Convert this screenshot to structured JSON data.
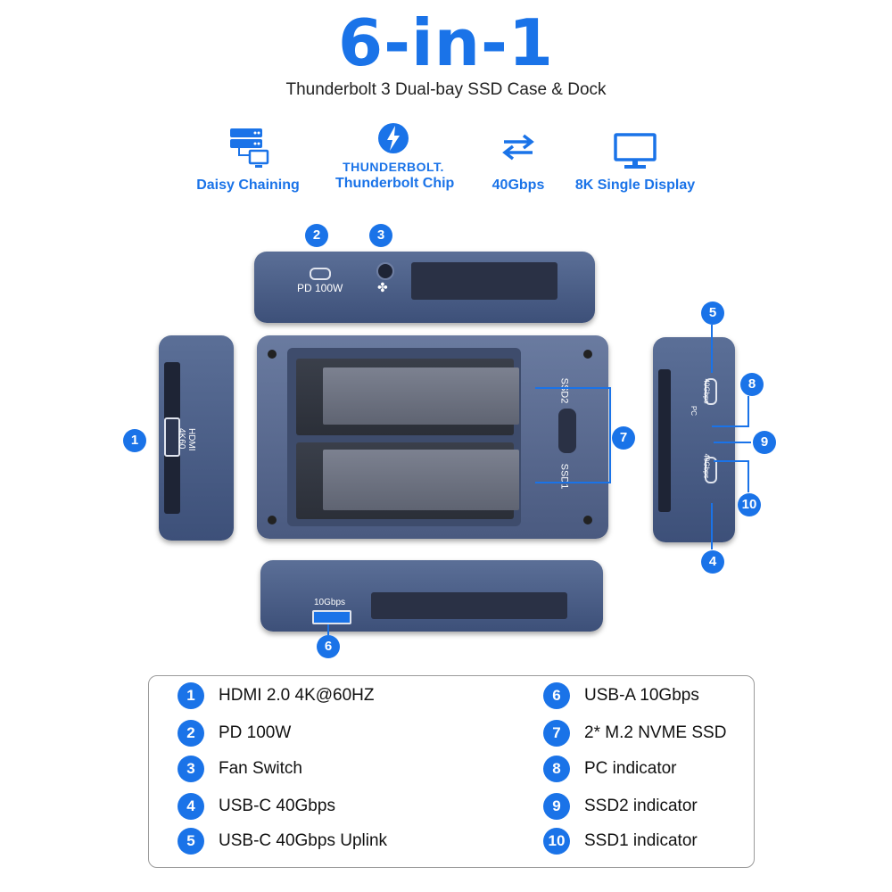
{
  "header": {
    "title": "6-in-1",
    "subtitle": "Thunderbolt 3 Dual-bay SSD Case & Dock"
  },
  "features": [
    {
      "label": "Daisy Chaining",
      "icon": "server-chain-icon"
    },
    {
      "brand": "THUNDERBOLT.",
      "label": "Thunderbolt Chip",
      "icon": "thunderbolt-icon"
    },
    {
      "label": "40Gbps",
      "icon": "transfer-arrows-icon"
    },
    {
      "label": "8K Single Display",
      "icon": "monitor-icon"
    }
  ],
  "device_labels": {
    "pd": "PD 100W",
    "hdmi": "HDMI 4K60",
    "usba_speed": "10Gbps",
    "ssd1": "SSD1",
    "ssd2": "SSD2",
    "pc": "PC",
    "port_top": "40Gbps",
    "port_bottom": "40Gbps"
  },
  "callouts": [
    "1",
    "2",
    "3",
    "4",
    "5",
    "6",
    "7",
    "8",
    "9",
    "10"
  ],
  "legend": [
    {
      "num": "1",
      "text": "HDMI 2.0 4K@60HZ"
    },
    {
      "num": "2",
      "text": "PD 100W"
    },
    {
      "num": "3",
      "text": "Fan Switch"
    },
    {
      "num": "4",
      "text": "USB-C 40Gbps"
    },
    {
      "num": "5",
      "text": "USB-C 40Gbps Uplink"
    },
    {
      "num": "6",
      "text": "USB-A 10Gbps"
    },
    {
      "num": "7",
      "text": "2* M.2 NVME SSD"
    },
    {
      "num": "8",
      "text": "PC indicator"
    },
    {
      "num": "9",
      "text": "SSD2 indicator"
    },
    {
      "num": "10",
      "text": "SSD1 indicator"
    }
  ],
  "colors": {
    "accent": "#1a73e8",
    "device": "#4a5d86"
  }
}
